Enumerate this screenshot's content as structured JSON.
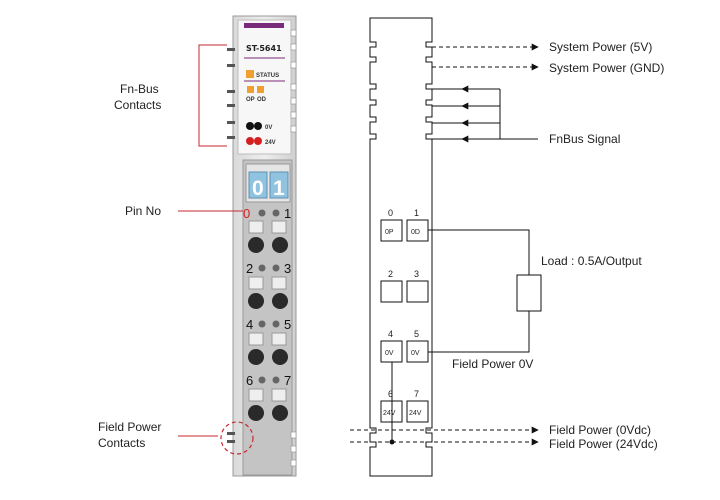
{
  "module": {
    "model": "ST-5641",
    "status_label": "STATUS",
    "op_label": "OP",
    "od_label": "OD",
    "v0_label": "0V",
    "v24_label": "24V",
    "digit_left": "0",
    "digit_right": "1",
    "pin_numbers": [
      "0",
      "1",
      "2",
      "3",
      "4",
      "5",
      "6",
      "7"
    ]
  },
  "left_labels": {
    "fn_bus_contacts": [
      "Fn-Bus",
      "Contacts"
    ],
    "pin_no": "Pin No",
    "field_power_contacts": [
      "Field Power",
      "Contacts"
    ]
  },
  "schematic": {
    "pins": [
      {
        "number": "0",
        "label": "0P"
      },
      {
        "number": "1",
        "label": "0D"
      },
      {
        "number": "2",
        "label": ""
      },
      {
        "number": "3",
        "label": ""
      },
      {
        "number": "4",
        "label": "0V"
      },
      {
        "number": "5",
        "label": "0V"
      },
      {
        "number": "6",
        "label": "24V"
      },
      {
        "number": "7",
        "label": "24V"
      }
    ],
    "system_power_5v": "System Power (5V)",
    "system_power_gnd": "System Power (GND)",
    "fnbus_signal": "FnBus Signal",
    "load": "Load : 0.5A/Output",
    "field_power_0v": "Field Power 0V",
    "field_power_0vdc": "Field Power (0Vdc)",
    "field_power_24vdc": "Field Power (24Vdc)"
  },
  "colors": {
    "annotation_red": "#c8282d",
    "module_purple": "#7a2a7a",
    "led_orange": "#f0a030",
    "led_red": "#d42020",
    "digit_blue": "#8fc3e0"
  }
}
